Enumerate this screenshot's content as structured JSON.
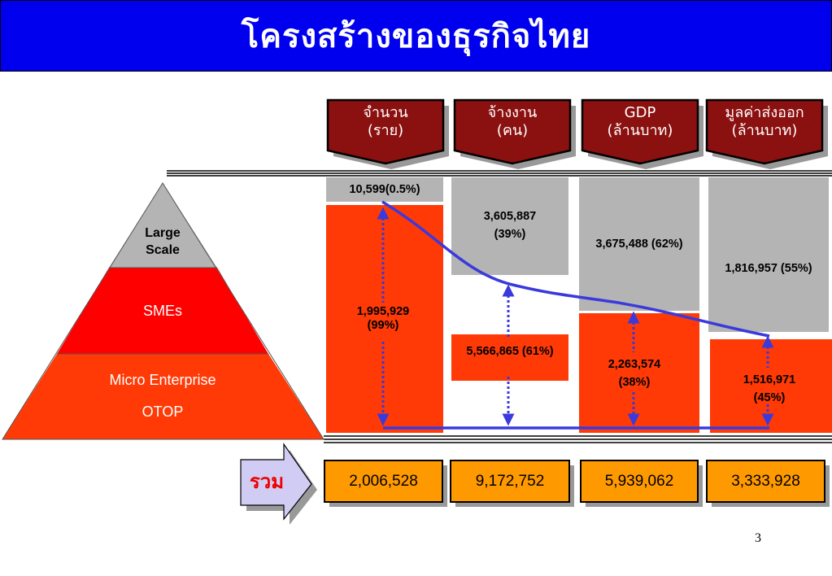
{
  "title": "โครงสร้างของธุรกิจไทย",
  "columns": [
    {
      "header": [
        "จำนวน",
        "(ราย)"
      ],
      "top_label": "10,599(0.5%)",
      "bottom_label": [
        "1,995,929",
        "(99%)"
      ],
      "total": "2,006,528"
    },
    {
      "header": [
        "จ้างงาน",
        "(คน)"
      ],
      "top_label": [
        "3,605,887",
        "(39%)"
      ],
      "bottom_label": "5,566,865 (61%)",
      "total": "9,172,752"
    },
    {
      "header": [
        "GDP",
        "(ล้านบาท)"
      ],
      "top_label": "3,675,488 (62%)",
      "bottom_label": [
        "2,263,574",
        "(38%)"
      ],
      "total": "5,939,062"
    },
    {
      "header": [
        "มูลค่าส่งออก",
        "(ล้านบาท)"
      ],
      "top_label": "1,816,957 (55%)",
      "bottom_label": [
        "1,516,971",
        "(45%)"
      ],
      "total": "3,333,928"
    }
  ],
  "pyramid": {
    "large": [
      "Large",
      "Scale"
    ],
    "smes": "SMEs",
    "micro": "Micro Enterprise",
    "otop": "OTOP"
  },
  "total_label": "รวม",
  "page_number": "3",
  "colors": {
    "title_bg": "#0000ee",
    "header_bg": "#8b1010",
    "gray": "#b4b4b4",
    "red": "#ff3a06",
    "pyramid_red": "#ff0000",
    "total_box": "#ff9900",
    "curve": "#3a3adc",
    "arrow_bg": "#d0ccf4"
  }
}
